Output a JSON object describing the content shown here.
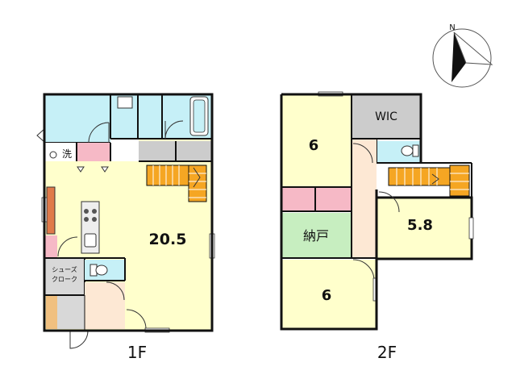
{
  "floors": {
    "first": {
      "label": "1F",
      "rooms": {
        "ldk": "20.5",
        "laundry": "洗",
        "shoe_closet": "シューズ\nクローク"
      }
    },
    "second": {
      "label": "2F",
      "rooms": {
        "room_a": "6",
        "wic": "WIC",
        "room_b": "5.8",
        "storage": "納戸",
        "room_c": "6"
      }
    }
  },
  "compass": {
    "north": "N"
  },
  "colors": {
    "ldk": "#ffffcc",
    "water": "#c6f0f7",
    "pink": "#f6b9c6",
    "storage_green": "#c7eec0",
    "wic_gray": "#cccccc",
    "hall_beige": "#fde8d4",
    "stair_orange": "#f5a623",
    "wall": "#111111"
  }
}
